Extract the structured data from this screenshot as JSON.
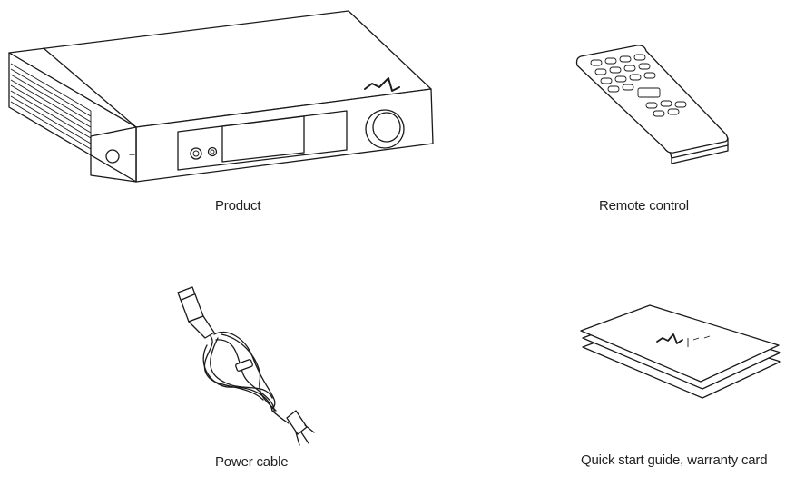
{
  "items": [
    {
      "caption": "Product",
      "icon": "dac-amplifier-icon"
    },
    {
      "caption": "Remote control",
      "icon": "remote-control-icon"
    },
    {
      "caption": "Power cable",
      "icon": "power-cable-icon"
    },
    {
      "caption": "Quick start guide, warranty card",
      "icon": "booklet-icon"
    }
  ]
}
